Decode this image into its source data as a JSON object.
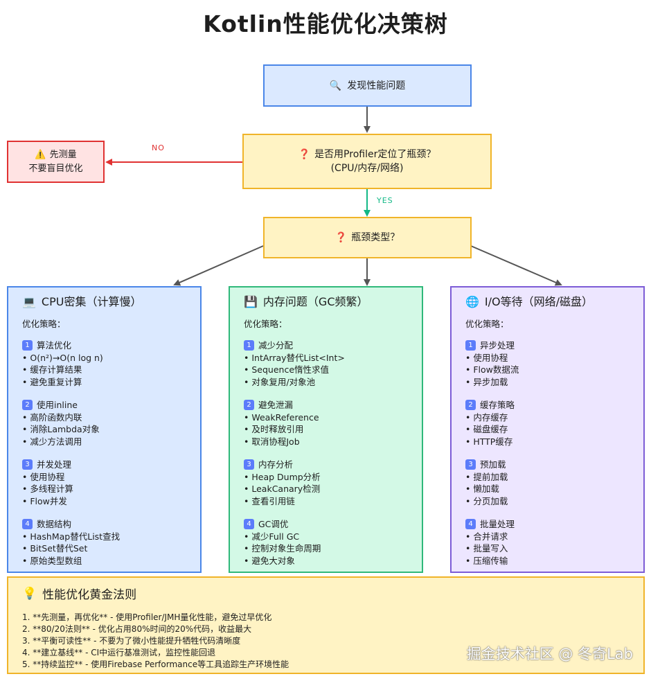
{
  "title": "Kotlin性能优化决策树",
  "start": {
    "icon": "search-icon",
    "glyph": "🔍",
    "label": "发现性能问题"
  },
  "decision1": {
    "icon": "question-icon",
    "glyph": "❓",
    "line1": "是否用Profiler定位了瓶颈？",
    "line2": "(CPU/内存/网络)"
  },
  "no_branch": {
    "edge_label": "NO",
    "icon": "warning-icon",
    "glyph": "⚠️",
    "line1": "先测量",
    "line2": "不要盲目优化"
  },
  "yes_label": "YES",
  "decision2": {
    "icon": "question-icon",
    "glyph": "❓",
    "label": "瓶颈类型？"
  },
  "colors": {
    "blue": "#4a86e8",
    "green": "#2fb87a",
    "purple": "#7c5cd6",
    "yellow": "#f0b429",
    "red": "#e03131"
  },
  "columns": [
    {
      "icon": "laptop-icon",
      "glyph": "💻",
      "title": "CPU密集（计算慢）",
      "subtitle": "优化策略：",
      "sections": [
        {
          "num": "1",
          "head": "算法优化",
          "items": [
            "O(n²)→O(n log n)",
            "缓存计算结果",
            "避免重复计算"
          ]
        },
        {
          "num": "2",
          "head": "使用inline",
          "items": [
            "高阶函数内联",
            "消除Lambda对象",
            "减少方法调用"
          ]
        },
        {
          "num": "3",
          "head": "并发处理",
          "items": [
            "使用协程",
            "多线程计算",
            "Flow并发"
          ]
        },
        {
          "num": "4",
          "head": "数据结构",
          "items": [
            "HashMap替代List查找",
            "BitSet替代Set",
            "原始类型数组"
          ]
        }
      ]
    },
    {
      "icon": "floppy-disk-icon",
      "glyph": "💾",
      "title": "内存问题（GC频繁）",
      "subtitle": "优化策略：",
      "sections": [
        {
          "num": "1",
          "head": "减少分配",
          "items": [
            "IntArray替代List<Int>",
            "Sequence惰性求值",
            "对象复用/对象池"
          ]
        },
        {
          "num": "2",
          "head": "避免泄漏",
          "items": [
            "WeakReference",
            "及时释放引用",
            "取消协程Job"
          ]
        },
        {
          "num": "3",
          "head": "内存分析",
          "items": [
            "Heap Dump分析",
            "LeakCanary检测",
            "查看引用链"
          ]
        },
        {
          "num": "4",
          "head": "GC调优",
          "items": [
            "减少Full GC",
            "控制对象生命周期",
            "避免大对象"
          ]
        }
      ]
    },
    {
      "icon": "globe-icon",
      "glyph": "🌐",
      "title": "I/O等待（网络/磁盘）",
      "subtitle": "优化策略：",
      "sections": [
        {
          "num": "1",
          "head": "异步处理",
          "items": [
            "使用协程",
            "Flow数据流",
            "异步加载"
          ]
        },
        {
          "num": "2",
          "head": "缓存策略",
          "items": [
            "内存缓存",
            "磁盘缓存",
            "HTTP缓存"
          ]
        },
        {
          "num": "3",
          "head": "预加载",
          "items": [
            "提前加载",
            "懒加载",
            "分页加载"
          ]
        },
        {
          "num": "4",
          "head": "批量处理",
          "items": [
            "合并请求",
            "批量写入",
            "压缩传输"
          ]
        }
      ]
    }
  ],
  "golden": {
    "icon": "lightbulb-icon",
    "glyph": "💡",
    "title": "性能优化黄金法则",
    "rules": [
      "1. **先测量，再优化** - 使用Profiler/JMH量化性能，避免过早优化",
      "2. **80/20法则** - 优化占用80%时间的20%代码，收益最大",
      "3. **平衡可读性** - 不要为了微小性能提升牺牲代码清晰度",
      "4. **建立基线** - CI中运行基准测试，监控性能回退",
      "5. **持续监控** - 使用Firebase Performance等工具追踪生产环境性能"
    ]
  },
  "watermark": "掘金技术社区 @ 冬奇Lab"
}
